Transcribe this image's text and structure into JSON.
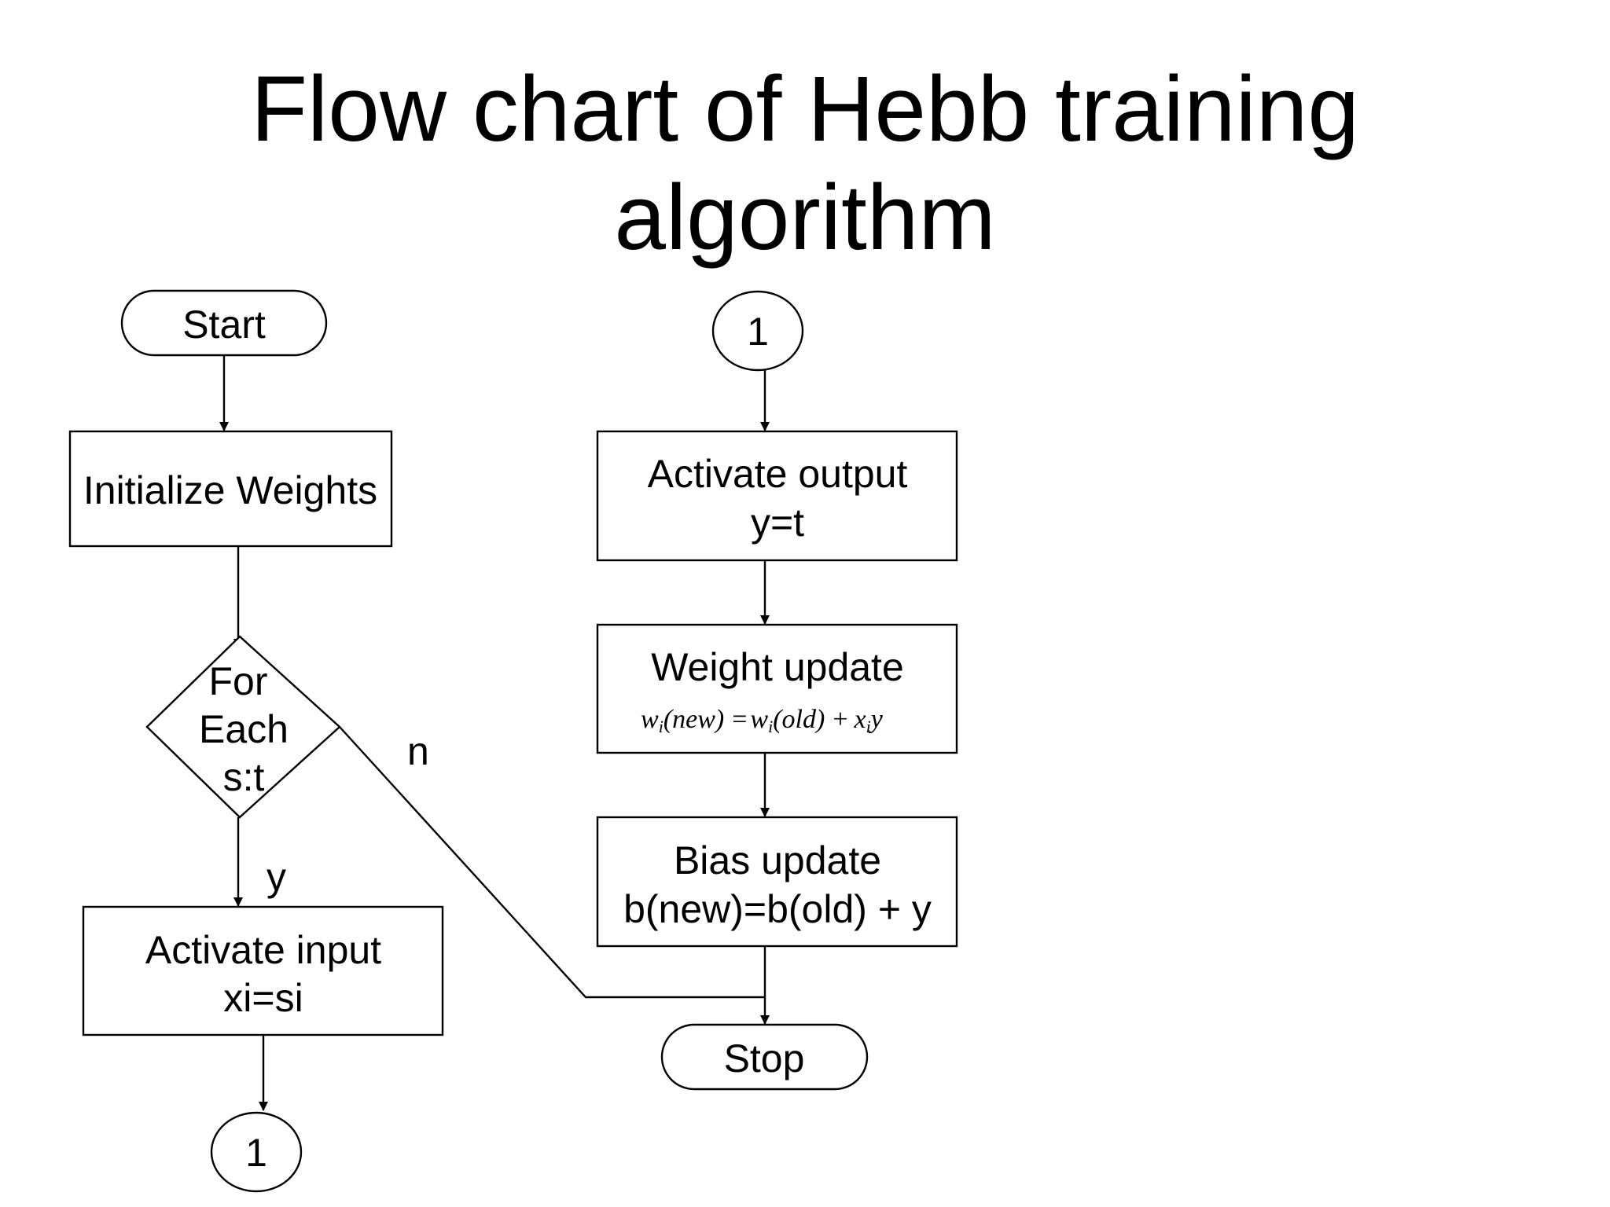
{
  "title": {
    "line1": "Flow chart of Hebb training",
    "line2": "algorithm"
  },
  "nodes": {
    "start": "Start",
    "init_weights": "Initialize Weights",
    "decision": [
      "For",
      "Each",
      "s:t"
    ],
    "activate_input": [
      "Activate input",
      "xi=si"
    ],
    "connector_left": "1",
    "connector_right": "1",
    "activate_output": [
      "Activate output",
      "y=t"
    ],
    "weight_update": "Weight update",
    "weight_formula": {
      "w1": "w",
      "i1": "i",
      "new": "(new)",
      "eq": "=",
      "w2": "w",
      "i2": "i",
      "old": "(old)",
      "plus": "+",
      "x": "x",
      "i3": "i",
      "y": "y"
    },
    "bias_update": [
      "Bias update",
      "b(new)=b(old) + y"
    ],
    "stop": "Stop"
  },
  "edge_labels": {
    "yes": "y",
    "no": "n"
  },
  "colors": {
    "stroke": "#000000",
    "fill": "#ffffff",
    "text": "#000000"
  }
}
